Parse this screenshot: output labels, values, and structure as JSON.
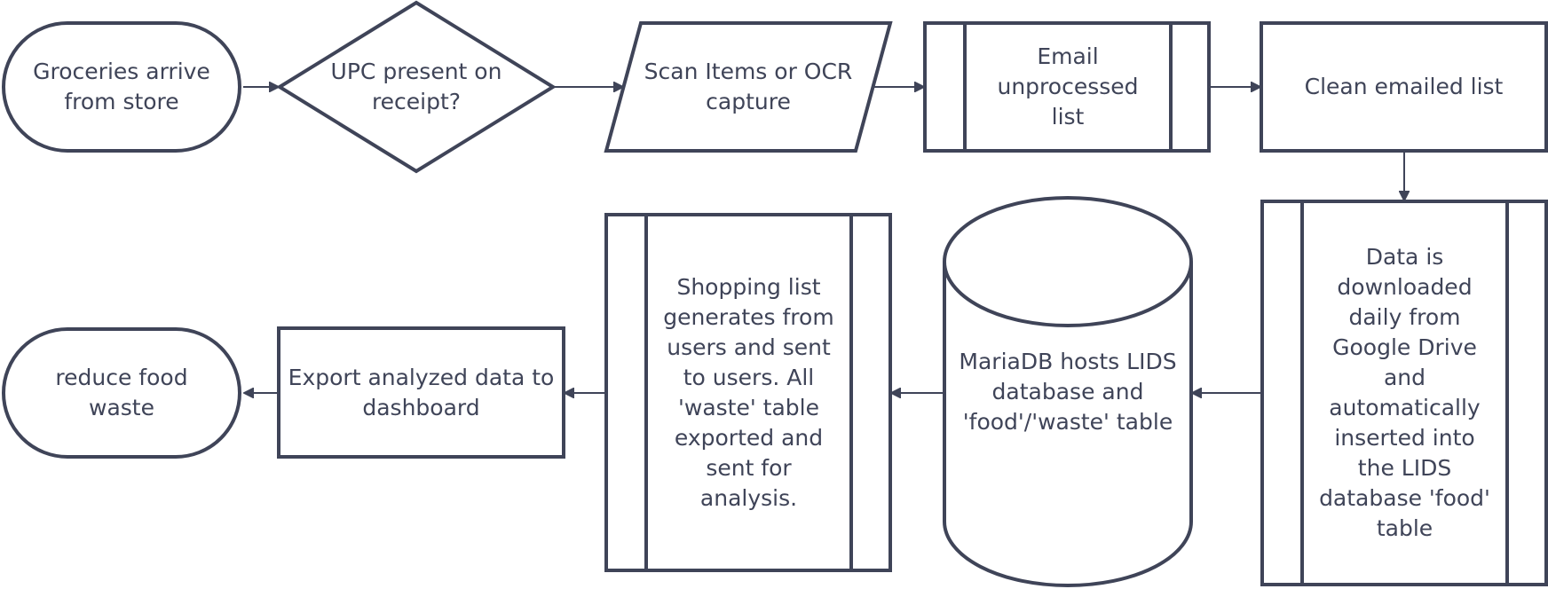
{
  "diagram": {
    "nodes": [
      {
        "id": "groceries",
        "shape": "terminal",
        "text": "Groceries arrive from store"
      },
      {
        "id": "upc",
        "shape": "decision",
        "text": "UPC present on receipt?"
      },
      {
        "id": "scan",
        "shape": "input-output",
        "text": "Scan Items or OCR capture"
      },
      {
        "id": "email",
        "shape": "predefined-process",
        "text": "Email unprocessed list"
      },
      {
        "id": "clean",
        "shape": "process",
        "text": "Clean emailed list"
      },
      {
        "id": "download",
        "shape": "predefined-process",
        "text": "Data is downloaded daily from Google Drive and automatically inserted into the LIDS database 'food' table"
      },
      {
        "id": "mariadb",
        "shape": "database",
        "text": "MariaDB hosts LIDS database and 'food'/'waste' table"
      },
      {
        "id": "shopping",
        "shape": "predefined-process",
        "text": "Shopping list generates from users and sent to users. All 'waste' table exported and sent for analysis."
      },
      {
        "id": "export",
        "shape": "process",
        "text": "Export analyzed data to dashboard"
      },
      {
        "id": "reduce",
        "shape": "terminal",
        "text": "reduce food waste"
      }
    ],
    "edges": [
      {
        "from": "groceries",
        "to": "upc"
      },
      {
        "from": "upc",
        "to": "scan"
      },
      {
        "from": "scan",
        "to": "email"
      },
      {
        "from": "email",
        "to": "clean"
      },
      {
        "from": "clean",
        "to": "download"
      },
      {
        "from": "download",
        "to": "mariadb"
      },
      {
        "from": "mariadb",
        "to": "shopping"
      },
      {
        "from": "shopping",
        "to": "export"
      },
      {
        "from": "export",
        "to": "reduce"
      }
    ]
  }
}
